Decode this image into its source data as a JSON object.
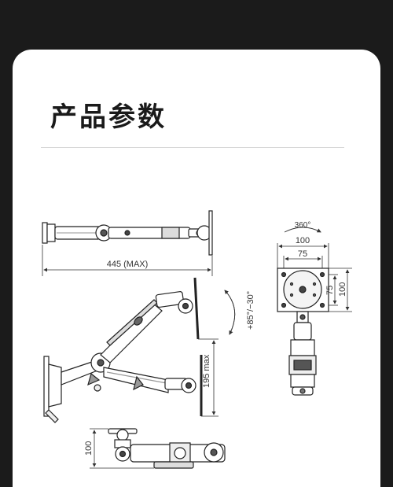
{
  "page": {
    "title": "产品参数",
    "background_color": "#1b1b1b",
    "card_color": "#ffffff"
  },
  "diagram": {
    "top_view": {
      "length_label": "445 (MAX)"
    },
    "side_view": {
      "tilt_label": "+85°/−30°",
      "height_label": "195 max"
    },
    "bottom_view": {
      "depth_label": "100"
    },
    "vesa_view": {
      "rotation_label": "360°",
      "width_outer_label": "100",
      "width_inner_label": "75",
      "height_inner_label": "75",
      "height_outer_label": "100"
    }
  }
}
